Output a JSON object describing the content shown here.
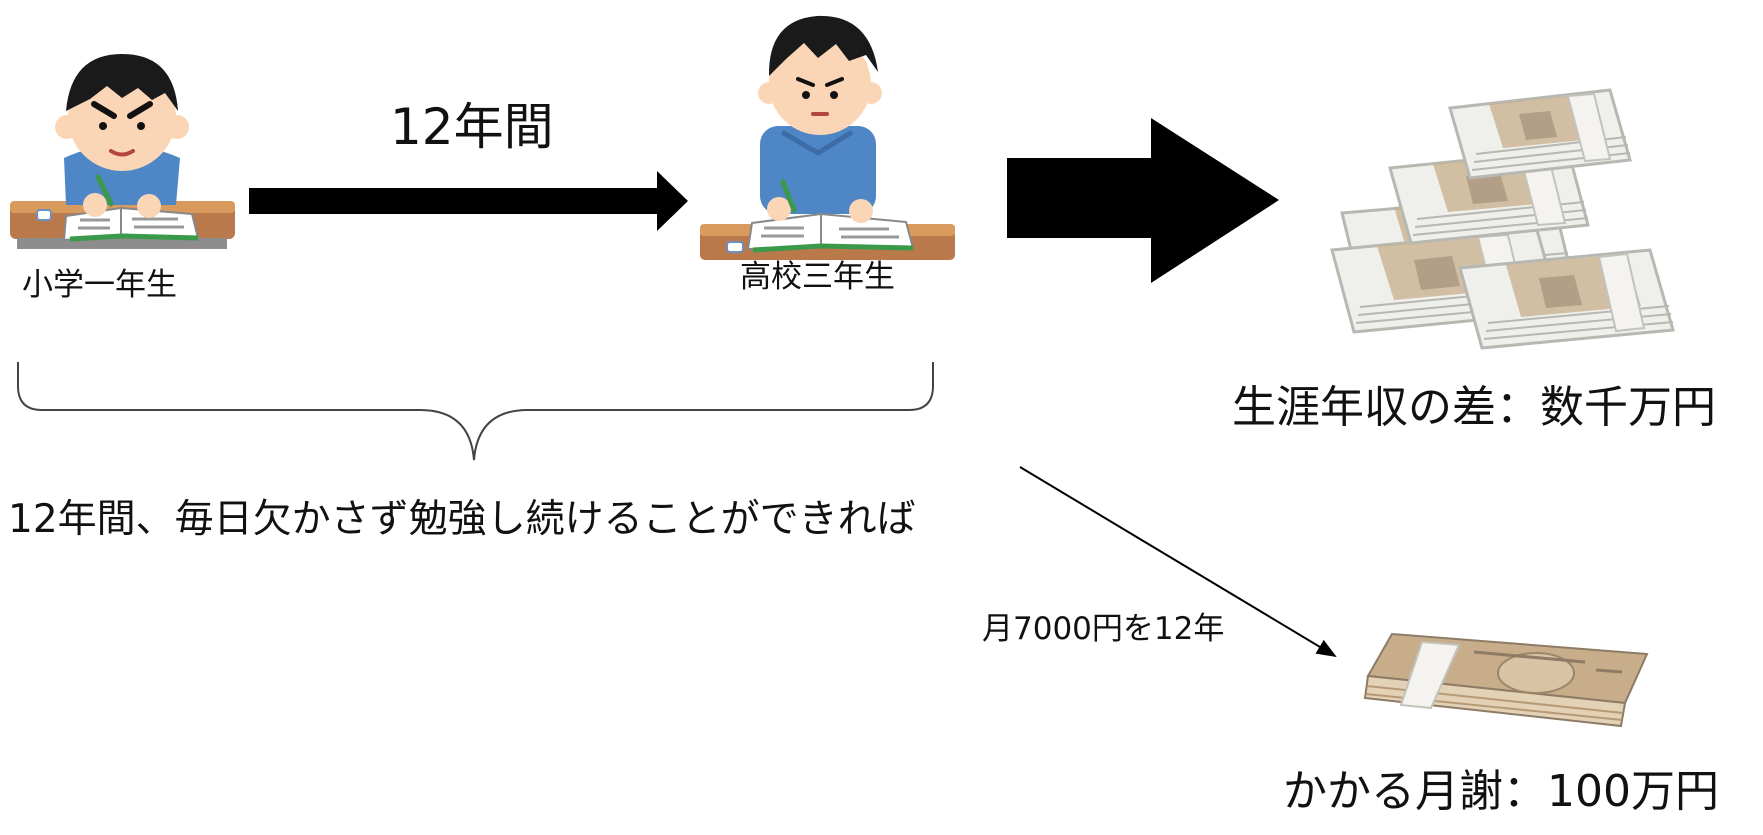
{
  "diagram": {
    "start_label": "小学一年生",
    "end_label": "高校三年生",
    "duration_label": "12年間",
    "condition_label": "12年間、毎日欠かさず勉強し続けることができれば",
    "monthly_fee_label": "月7000円を12年",
    "lifetime_gap_label": "生涯年収の差：数千万円",
    "tuition_total_label": "かかる月謝：100万円"
  },
  "colors": {
    "skin": "#fbd6b6",
    "hair": "#1a1a1a",
    "shirt": "#4f86c6",
    "desk": "#b9794a",
    "desk_top": "#d89a5d",
    "book_green": "#3a9a4a",
    "money_paper": "#eeeeea",
    "money_band": "#f4f3ef",
    "bill_brown": "#c8ad8a",
    "arrow": "#000000"
  },
  "icons": {
    "start_student": "student-studying-icon",
    "end_student": "student-studying-icon",
    "big_money": "stacked-cash-icon",
    "small_money": "cash-bundle-icon"
  }
}
